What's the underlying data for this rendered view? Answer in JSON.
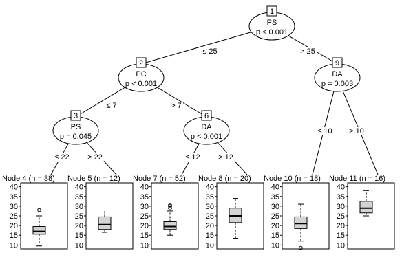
{
  "inner_nodes": [
    {
      "id": "1",
      "variable": "PS",
      "pvalue": "p < 0.001"
    },
    {
      "id": "2",
      "variable": "PC",
      "pvalue": "p < 0.001"
    },
    {
      "id": "3",
      "variable": "PS",
      "pvalue": "p = 0.045"
    },
    {
      "id": "6",
      "variable": "DA",
      "pvalue": "p < 0.001"
    },
    {
      "id": "9",
      "variable": "DA",
      "pvalue": "p = 0.003"
    }
  ],
  "edges": [
    {
      "from": "1",
      "to": "2",
      "label": "≤ 25"
    },
    {
      "from": "1",
      "to": "9",
      "label": "> 25"
    },
    {
      "from": "2",
      "to": "3",
      "label": "≤ 7"
    },
    {
      "from": "2",
      "to": "6",
      "label": "> 7"
    },
    {
      "from": "3",
      "to": "4",
      "label": "≤ 22"
    },
    {
      "from": "3",
      "to": "5",
      "label": "> 22"
    },
    {
      "from": "6",
      "to": "7",
      "label": "≤ 12"
    },
    {
      "from": "6",
      "to": "8",
      "label": "> 12"
    },
    {
      "from": "9",
      "to": "10",
      "label": "≤ 10"
    },
    {
      "from": "9",
      "to": "11",
      "label": "> 10"
    }
  ],
  "axis_ticks": [
    "40",
    "35",
    "30",
    "25",
    "20",
    "15",
    "10"
  ],
  "chart_data": {
    "type": "box",
    "ylim": [
      8,
      42
    ],
    "nodes": [
      {
        "id": "4",
        "title": "Node 4 (n = 38)",
        "q1": 15.5,
        "median": 17,
        "q3": 19.5,
        "whisker_low": 9.5,
        "whisker_high": 25,
        "outliers": [
          28
        ]
      },
      {
        "id": "5",
        "title": "Node 5 (n = 12)",
        "q1": 18,
        "median": 20.5,
        "q3": 24.5,
        "whisker_low": 16.5,
        "whisker_high": 28,
        "outliers": []
      },
      {
        "id": "7",
        "title": "Node 7 (n = 52)",
        "q1": 18,
        "median": 19.5,
        "q3": 22,
        "whisker_low": 15,
        "whisker_high": 27.5,
        "outliers": [
          29,
          30,
          30.5
        ]
      },
      {
        "id": "8",
        "title": "Node 8 (n = 20)",
        "q1": 21.5,
        "median": 25,
        "q3": 29,
        "whisker_low": 13.5,
        "whisker_high": 34,
        "outliers": []
      },
      {
        "id": "10",
        "title": "Node 10 (n = 18)",
        "q1": 18.5,
        "median": 21,
        "q3": 24.5,
        "whisker_low": 12,
        "whisker_high": 31,
        "outliers": [
          8.5
        ]
      },
      {
        "id": "11",
        "title": "Node 11 (n = 16)",
        "q1": 26.5,
        "median": 29,
        "q3": 32.5,
        "whisker_low": 25,
        "whisker_high": 38,
        "outliers": []
      }
    ]
  }
}
